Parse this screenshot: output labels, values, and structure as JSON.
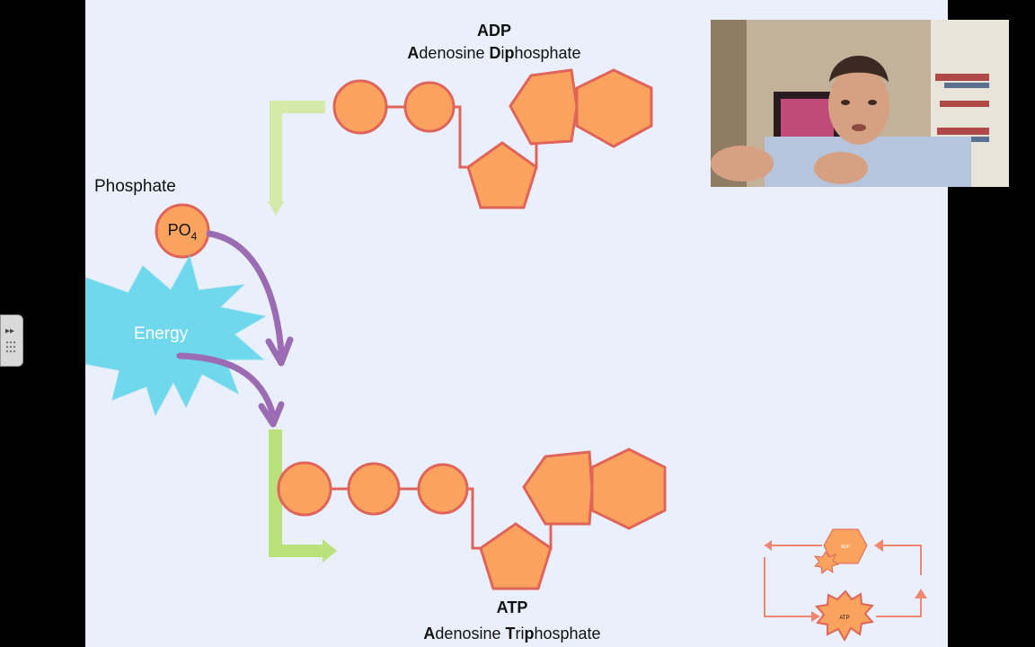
{
  "slide": {
    "adp": {
      "abbrev": "ADP",
      "name_parts": [
        {
          "text": "A",
          "bold": true
        },
        {
          "text": "denosine ",
          "bold": false
        },
        {
          "text": "D",
          "bold": true
        },
        {
          "text": "i",
          "bold": false
        },
        {
          "text": "p",
          "bold": true
        },
        {
          "text": "hosphate",
          "bold": false
        }
      ]
    },
    "atp": {
      "abbrev": "ATP",
      "name_parts": [
        {
          "text": "A",
          "bold": true
        },
        {
          "text": "denosine ",
          "bold": false
        },
        {
          "text": "T",
          "bold": true
        },
        {
          "text": "ri",
          "bold": false
        },
        {
          "text": "p",
          "bold": true
        },
        {
          "text": "hosphate",
          "bold": false
        }
      ]
    },
    "phosphate": {
      "label": "Phosphate",
      "formula": "PO",
      "subscript": "4"
    },
    "energy": {
      "label": "Energy"
    },
    "thumbnail": {
      "adp_label": "ADP",
      "atp_label": "ATP"
    }
  },
  "colors": {
    "slide_bg": "#eaf0fb",
    "molecule_fill": "#f9a35e",
    "molecule_stroke": "#e0645a",
    "arrow_purple": "#9b6bb3",
    "energy_fill": "#6fd8ec",
    "bracket_green": "#b9e27a"
  },
  "webcam": {
    "description_icon": "presenter-video-icon"
  }
}
